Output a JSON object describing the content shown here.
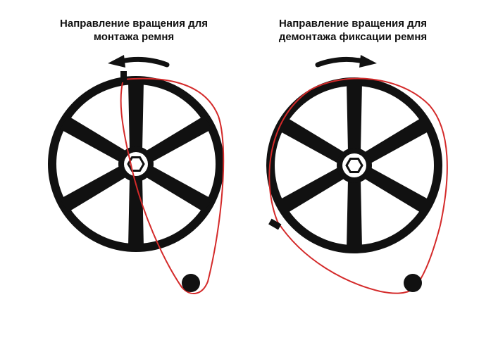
{
  "captions": {
    "left": {
      "line1": "Направление вращения для",
      "line2": "монтажа ремня"
    },
    "right": {
      "line1": "Направление вращения для",
      "line2": "демонтажа фиксации ремня"
    }
  },
  "colors": {
    "pulley": "#111111",
    "belt": "#d42a2a",
    "background": "#ffffff"
  },
  "icons": {
    "left_arrow": "arrow-curved-left",
    "right_arrow": "arrow-curved-right"
  }
}
